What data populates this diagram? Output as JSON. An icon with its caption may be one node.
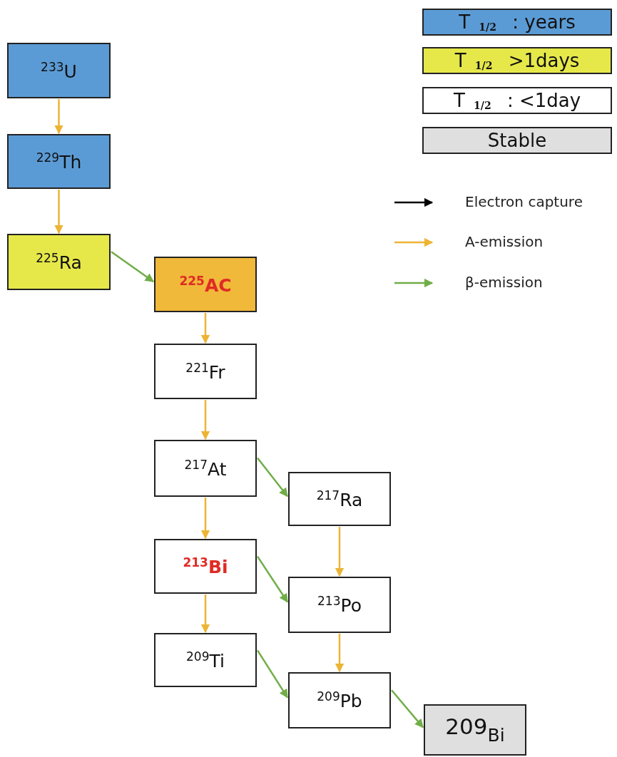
{
  "diagram": {
    "nodes": [
      {
        "text": [
          "$^{233}$U"
        ]
      },
      {
        "text": [
          "$^{229}$Th"
        ]
      },
      {
        "text": [
          "$^{225}$Ra"
        ]
      },
      {
        "text": [
          "$^{225}$AC"
        ]
      },
      {
        "text": [
          "$^{221}$Fr"
        ]
      },
      {
        "text": [
          "$^{217}$At"
        ]
      },
      {
        "text": [
          "$^{217}$Ra"
        ]
      },
      {
        "text": [
          "$^{213}$Bi"
        ]
      },
      {
        "text": [
          "$^{213}$Po"
        ]
      },
      {
        "text": [
          "$^{209}$Ti"
        ]
      },
      {
        "text": [
          "$^{209}$Pb"
        ]
      },
      {
        "text": [
          "209$_{Bi}$"
        ]
      }
    ],
    "edges": [
      {
        "from": 0,
        "to": 1,
        "arrow": "to"
      },
      {
        "from": 1,
        "to": 2,
        "arrow": "to"
      },
      {
        "from": 2,
        "to": 3,
        "arrow": "to",
        "color": "#70ad47"
      },
      {
        "from": 3,
        "to": 4,
        "arrow": "to"
      },
      {
        "from": 4,
        "to": 5,
        "arrow": "to"
      },
      {
        "from": 5,
        "to": 6,
        "arrow": "to",
        "color": "#70ad47"
      },
      {
        "from": 5,
        "to": 7,
        "arrow": "to"
      },
      {
        "from": 6,
        "to": 8,
        "arrow": "to"
      },
      {
        "from": 7,
        "to": 8,
        "arrow": "to",
        "color": "#70ad47"
      },
      {
        "from": 7,
        "to": 9,
        "arrow": "to"
      },
      {
        "from": 8,
        "to": 10,
        "arrow": "to"
      },
      {
        "from": 9,
        "to": 10,
        "arrow": "to",
        "color": "#70ad47"
      },
      {
        "from": 10,
        "to": 11,
        "arrow": "to",
        "color": "#70ad47"
      }
    ],
    "legend": [
      {
        "text": "T $_{1/2}$ : years",
        "color": "#5b9bd5"
      },
      {
        "text": "T $_{1/2}$ >1days",
        "color": "#e6e84a"
      },
      {
        "text": "T $_{1/2}$ : <1day",
        "color": "#ffffff"
      },
      {
        "text": "Stable",
        "color": "#e0dfe0"
      },
      {
        "text": "Electron capture"
      },
      {
        "text": "A-emission"
      },
      {
        "text": "β-emission"
      }
    ]
  }
}
